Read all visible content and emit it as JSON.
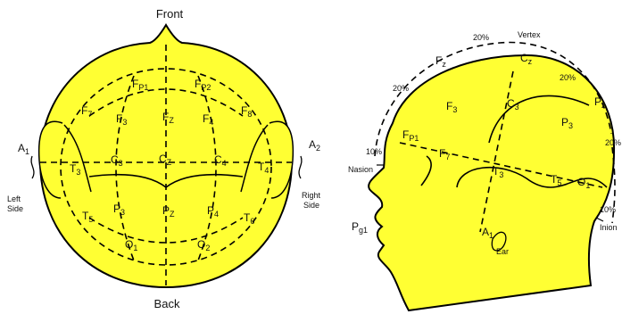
{
  "top_view": {
    "front": "Front",
    "back": "Back",
    "left_side": [
      "Left",
      "Side"
    ],
    "right_side": [
      "Right",
      "Side"
    ],
    "electrodes": [
      {
        "id": "fp1",
        "base": "F",
        "sub": "P1"
      },
      {
        "id": "fp2",
        "base": "F",
        "sub": "P2"
      },
      {
        "id": "f7",
        "base": "F",
        "sub": "7"
      },
      {
        "id": "f8",
        "base": "F",
        "sub": "8"
      },
      {
        "id": "f3",
        "base": "F",
        "sub": "3"
      },
      {
        "id": "fz",
        "base": "F",
        "sub": "Z"
      },
      {
        "id": "f4",
        "base": "F",
        "sub": "4"
      },
      {
        "id": "a1",
        "base": "A",
        "sub": "1"
      },
      {
        "id": "a2",
        "base": "A",
        "sub": "2"
      },
      {
        "id": "t3",
        "base": "T",
        "sub": "3"
      },
      {
        "id": "c3",
        "base": "C",
        "sub": "3"
      },
      {
        "id": "cz",
        "base": "C",
        "sub": "Z"
      },
      {
        "id": "c4",
        "base": "C",
        "sub": "4"
      },
      {
        "id": "t4",
        "base": "T",
        "sub": "4"
      },
      {
        "id": "t5",
        "base": "T",
        "sub": "5"
      },
      {
        "id": "p3",
        "base": "P",
        "sub": "3"
      },
      {
        "id": "pz",
        "base": "P",
        "sub": "Z"
      },
      {
        "id": "p4",
        "base": "P",
        "sub": "4"
      },
      {
        "id": "t6",
        "base": "T",
        "sub": "6"
      },
      {
        "id": "o1",
        "base": "O",
        "sub": "1"
      },
      {
        "id": "o2",
        "base": "O",
        "sub": "2"
      }
    ]
  },
  "side_view": {
    "vertex": "Vertex",
    "nasion": "Nasion",
    "inion": "Inion",
    "ear": "Ear",
    "percent_labels": {
      "fz_cz": "20%",
      "cz_pz": "20%",
      "fp1_fz": "20%",
      "nasion_fp1": "10%",
      "pz_o1": "20%",
      "o1_inion": "10%"
    },
    "electrodes": [
      {
        "id": "fz",
        "base": "F",
        "sub": "z"
      },
      {
        "id": "cz",
        "base": "C",
        "sub": "z"
      },
      {
        "id": "pz",
        "base": "P",
        "sub": "z"
      },
      {
        "id": "f3",
        "base": "F",
        "sub": "3"
      },
      {
        "id": "c3",
        "base": "C",
        "sub": "3"
      },
      {
        "id": "p3",
        "base": "P",
        "sub": "3"
      },
      {
        "id": "fp1",
        "base": "F",
        "sub": "P1"
      },
      {
        "id": "f7",
        "base": "F",
        "sub": "7"
      },
      {
        "id": "t3",
        "base": "T",
        "sub": "3"
      },
      {
        "id": "t5",
        "base": "T",
        "sub": "5"
      },
      {
        "id": "o1",
        "base": "O",
        "sub": "1"
      },
      {
        "id": "pg1",
        "base": "P",
        "sub": "g1"
      },
      {
        "id": "a1",
        "base": "A",
        "sub": "1"
      }
    ]
  }
}
